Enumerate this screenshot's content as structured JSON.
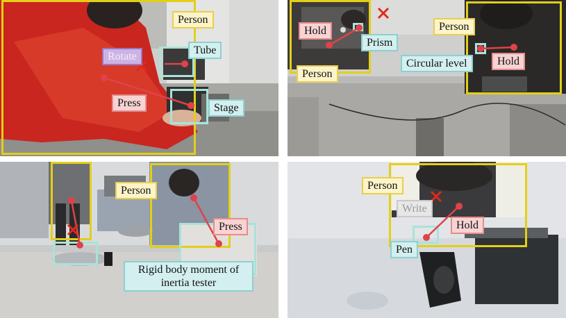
{
  "panels": [
    {
      "id": "top-left",
      "labels": {
        "person": "Person",
        "rotate": "Rotate",
        "tube": "Tube",
        "press": "Press",
        "stage": "Stage"
      }
    },
    {
      "id": "top-right",
      "labels": {
        "hold_left": "Hold",
        "prism": "Prism",
        "person_left": "Person",
        "person_right": "Person",
        "circular_level": "Circular level",
        "hold_right": "Hold"
      }
    },
    {
      "id": "bottom-left",
      "labels": {
        "person": "Person",
        "press": "Press",
        "tester": "Rigid body moment of inertia tester"
      }
    },
    {
      "id": "bottom-right",
      "labels": {
        "person": "Person",
        "write": "Write",
        "hold": "Hold",
        "pen": "Pen"
      }
    }
  ],
  "colors": {
    "person_box": "#e3cf18",
    "object_box": "#a9e3d9",
    "interaction_line": "#e0424a",
    "negated_interaction": "#e02a1a"
  }
}
